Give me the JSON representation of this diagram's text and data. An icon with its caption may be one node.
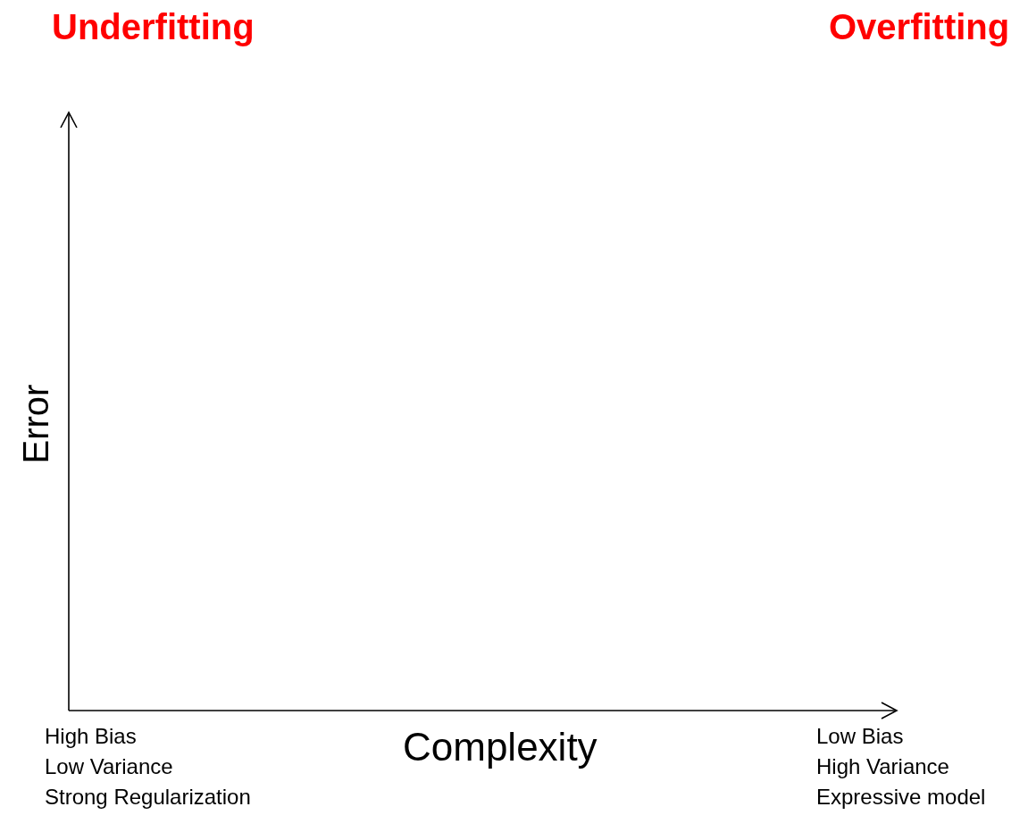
{
  "diagram": {
    "labels": [
      "Underfitting",
      "Overfitting",
      "Error",
      "High Bias",
      "Low Variance",
      "Strong Regularization",
      "Complexity",
      "Low Bias",
      "High Variance",
      "Expressive model"
    ]
  }
}
